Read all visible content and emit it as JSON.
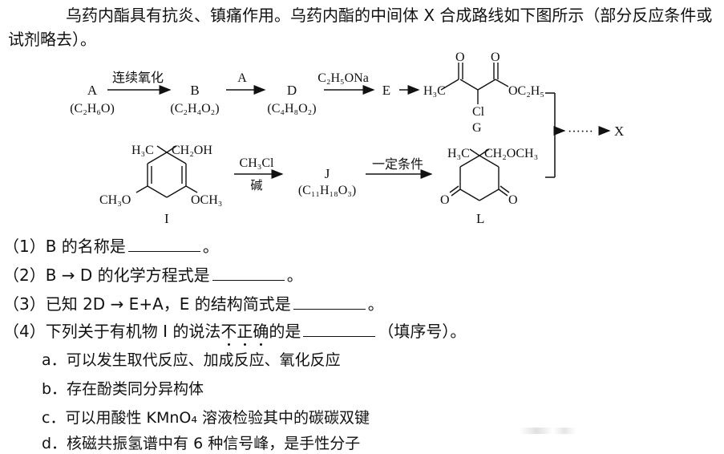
{
  "intro": "乌药内酯具有抗炎、镇痛作用。乌药内酯的中间体 X 合成路线如下图所示（部分反应条件或试剂略去）。",
  "scheme": {
    "row1": {
      "A_label": "A",
      "A_formula": "(C₂H₆O)",
      "arrow1_reagent": "连续氧化",
      "B_label": "B",
      "B_formula": "(C₂H₄O₂)",
      "arrow2_reagent": "A",
      "D_label": "D",
      "D_formula": "(C₄H₈O₂)",
      "arrow3_reagent": "C₂H₅ONa",
      "E_label": "E",
      "G_group_left": "H₃C",
      "G_group_right": "OC₂H₅",
      "G_O1": "O",
      "G_O2": "O",
      "G_Cl": "Cl",
      "G_label": "G"
    },
    "row2": {
      "I_top_left": "H₃C",
      "I_top_right": "CH₂OH",
      "I_bottom_left": "CH₃O",
      "I_bottom_right": "OCH₃",
      "I_label": "I",
      "arrow4_reagent_top": "CH₃Cl",
      "arrow4_reagent_bottom": "碱",
      "J_label": "J",
      "J_formula": "(C₁₁H₁₈O₃)",
      "arrow5_reagent": "一定条件",
      "L_top_left": "H₃C",
      "L_top_right": "CH₂OCH₃",
      "L_O1": "O",
      "L_O2": "O",
      "L_label": "L"
    },
    "merge_dots": "······",
    "X_label": "X"
  },
  "questions": {
    "q1_pre": "（1）B 的名称是",
    "q1_post": "。",
    "q2_pre": "（2）B → D 的化学方程式是",
    "q2_post": "。",
    "q3_pre": "（3）已知 2D → E+A，E 的结构简式是",
    "q3_post": "。",
    "q4_pre": "（4）下列关于有机物 I 的说法",
    "q4_em": "不正确",
    "q4_mid": "的是",
    "q4_post": "（填序号）。",
    "opt_a": "a．可以发生取代反应、加成反应、氧化反应",
    "opt_b": "b．存在酚类同分异构体",
    "opt_c": "c．可以用酸性 KMnO₄ 溶液检验其中的碳碳双键",
    "opt_d": "d．核磁共振氢谱中有 6 种信号峰，是手性分子"
  }
}
